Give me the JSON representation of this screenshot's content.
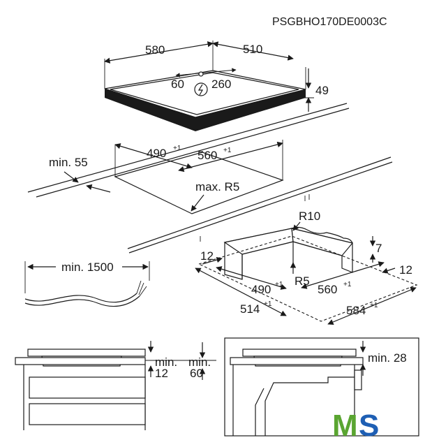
{
  "code": "PSGBHO170DE0003C",
  "hob": {
    "width": "580",
    "depth": "510",
    "offset_left": "60",
    "offset_right": "260",
    "height": "49"
  },
  "cutout": {
    "min_label": "min. 55",
    "width": "490",
    "width_tol": "+1",
    "depth": "560",
    "depth_tol": "+1",
    "radius": "max. R5"
  },
  "frame": {
    "r10": "R10",
    "r5": "R5",
    "left": "12",
    "top": "7",
    "right": "12",
    "w_inner": "490",
    "w_inner_tol": "+1",
    "d_inner": "560",
    "d_inner_tol": "+1",
    "w_outer": "514",
    "w_outer_tol": "+1",
    "d_outer": "584",
    "d_outer_tol": "+1"
  },
  "cable": {
    "min_length": "min. 1500"
  },
  "section_left": {
    "min": "min.",
    "val1": "12",
    "min2": "min.",
    "val2": "60"
  },
  "section_right": {
    "min": "min. 28"
  },
  "brand": {
    "m": "M",
    "s": "S",
    "colors": {
      "m": "#5aa531",
      "s": "#1e5fb4"
    }
  }
}
